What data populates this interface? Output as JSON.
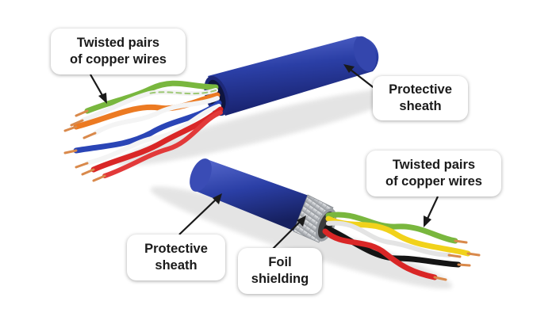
{
  "labels": {
    "twisted_pairs_top": {
      "line1": "Twisted pairs",
      "line2": "of copper wires"
    },
    "protective_sheath_top": {
      "line1": "Protective",
      "line2": "sheath"
    },
    "twisted_pairs_bottom": {
      "line1": "Twisted pairs",
      "line2": "of copper wires"
    },
    "protective_sheath_bottom": {
      "line1": "Protective",
      "line2": "sheath"
    },
    "foil_shielding": {
      "line1": "Foil",
      "line2": "shielding"
    }
  },
  "colors": {
    "sheath": "#2b3fa6",
    "sheath_dark": "#1b2576",
    "wire_green": "#79b73e",
    "wire_orange": "#ec7a22",
    "wire_blue": "#2a45b6",
    "wire_red": "#d92626",
    "wire_yellow": "#f1d21b",
    "wire_black": "#141414",
    "foil": "#c7c9cc",
    "copper": "#d9894b"
  }
}
